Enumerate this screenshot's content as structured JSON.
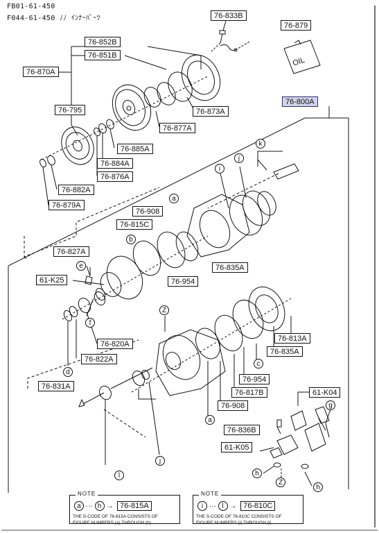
{
  "header": {
    "line1": "FB01-61-450",
    "line2": "F044-61-450 ﾉﾉ ｲﾝﾅｰﾊﾟｰﾂ"
  },
  "parts": {
    "p833b": "76-833B",
    "p879_top": "76-879",
    "p852b": "76-852B",
    "p851b": "76-851B",
    "p870a": "76-870A",
    "p800a": "76-800A",
    "p795": "76-795",
    "p873a": "76-873A",
    "p877a": "76-877A",
    "p885a": "76-885A",
    "p884a": "76-884A",
    "p876a": "76-876A",
    "p882a": "76-882A",
    "p879a": "76-879A",
    "p908_top": "76-908",
    "p815c": "76-815C",
    "p827a": "76-827A",
    "p835a_top": "76-835A",
    "p954_top": "76-954",
    "k25": "61-K25",
    "p820a": "76-820A",
    "p822a": "76-822A",
    "p813a": "76-813A",
    "p835a_right": "76-835A",
    "p954_bottom": "76-954",
    "p817b": "76-817B",
    "p908_bottom": "76-908",
    "p831a": "76-831A",
    "k04": "61-K04",
    "p836b": "76-836B",
    "k05": "61-K05"
  },
  "callouts": {
    "a_top": "a",
    "b": "b",
    "e": "e",
    "f": "f",
    "z_mid": "Z",
    "d": "d",
    "c": "c",
    "a_bottom": "a",
    "j_bottom": "j",
    "l": "l",
    "g": "g",
    "h_left": "h",
    "z_bottom": "Z",
    "h_right": "h",
    "i": "i",
    "j_top": "j",
    "k": "k"
  },
  "oil_label": "OIL",
  "notes": [
    {
      "title": "NOTE",
      "from": "a",
      "to": "h",
      "ref": "76-815A",
      "text_line1": "THE S-CODE OF 76-815A CONSISTS OF",
      "text_line2": "FIGURE NUMBERS (a) THROUGH (h)."
    },
    {
      "title": "NOTE",
      "from": "i",
      "to": "l",
      "ref": "76-810C",
      "text_line1": "THE S-CODE OF 76-810C CONSISTS OF",
      "text_line2": "FIGURE NUMBERS (i) THROUGH (l)."
    }
  ],
  "note_arrow": "→",
  "colors": {
    "ink": "#111111",
    "highlight_fill": "#d3d3ea",
    "highlight_border": "#2a2a6a"
  }
}
